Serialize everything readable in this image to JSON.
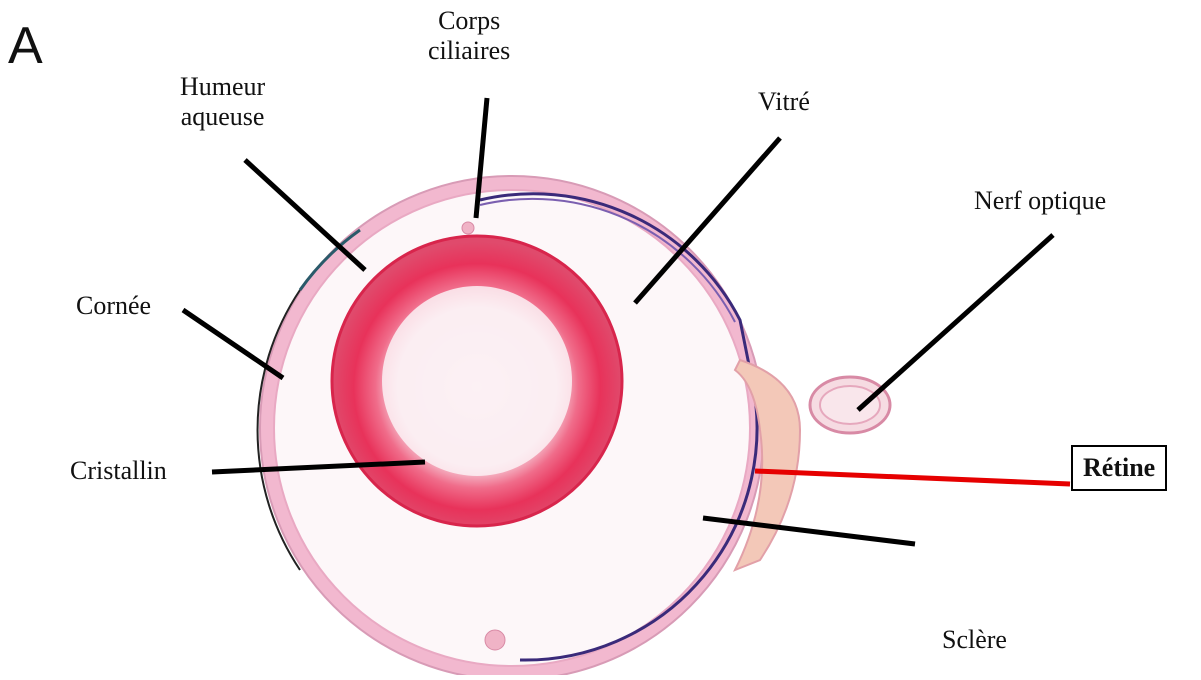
{
  "panel_letter": "A",
  "labels": {
    "corps_ciliaires": "Corps\nciliaires",
    "humeur_aqueuse": "Humeur\naqueuse",
    "vitre": "Vitré",
    "nerf_optique": "Nerf optique",
    "cornee": "Cornée",
    "cristallin": "Cristallin",
    "retine": "Rétine",
    "sclere": "Sclère"
  },
  "colors": {
    "leader_line": "#000000",
    "highlight_line": "#e60000",
    "lens_pink": "#e8325a",
    "wall_pink": "#f2b8cf",
    "retina_purple": "#3a2a7a"
  }
}
